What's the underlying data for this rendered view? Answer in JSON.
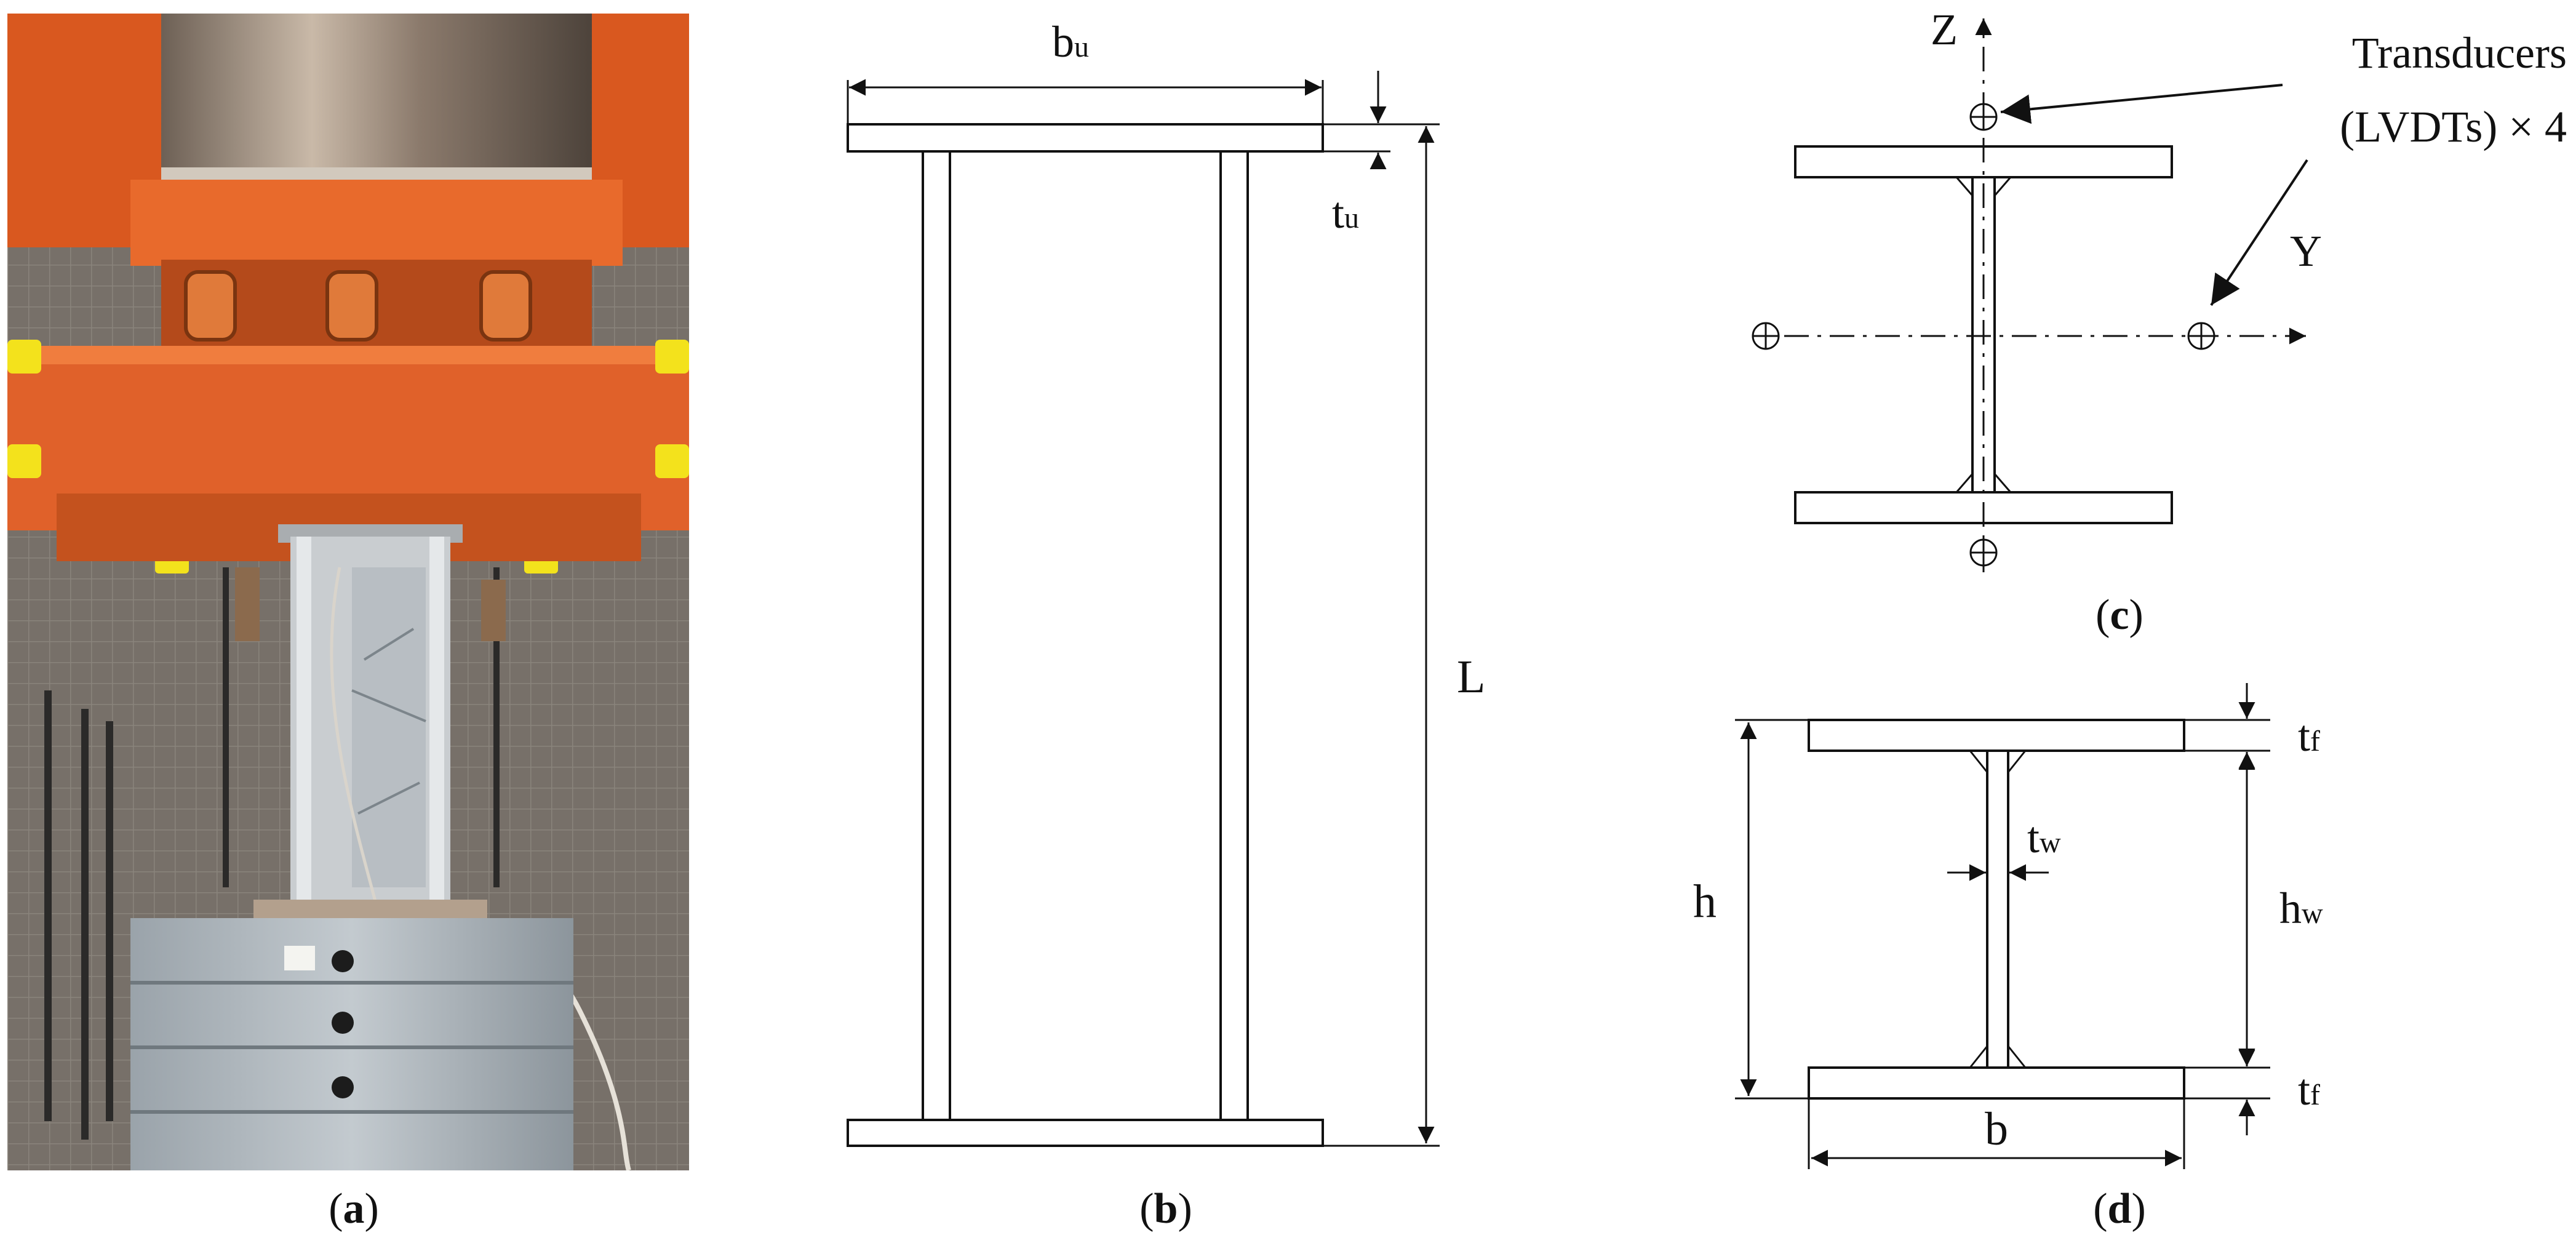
{
  "panels": {
    "a": {
      "caption_open": "(",
      "caption_letter": "a",
      "caption_close": ")"
    },
    "b": {
      "caption_open": "(",
      "caption_letter": "b",
      "caption_close": ")",
      "labels": {
        "width": "b",
        "width_sub": "u",
        "thickness": "t",
        "thickness_sub": "u",
        "length": "L"
      }
    },
    "c": {
      "caption_open": "(",
      "caption_letter": "c",
      "caption_close": ")",
      "axis_z": "Z",
      "axis_y": "Y",
      "transducer_line1": "Transducers",
      "transducer_line2": "(LVDTs) × 4"
    },
    "d": {
      "caption_open": "(",
      "caption_letter": "d",
      "caption_close": ")",
      "labels": {
        "flange_thk": "t",
        "flange_thk_sub": "f",
        "web_thk": "t",
        "web_thk_sub": "w",
        "height": "h",
        "web_height": "h",
        "web_height_sub": "w",
        "flange_width": "b"
      }
    }
  },
  "photo_colors": {
    "machine_orange": "#e0612a",
    "steel": "#9aa3aa",
    "wall": "#6f6b66",
    "yellow_pad": "#f3e21c"
  }
}
